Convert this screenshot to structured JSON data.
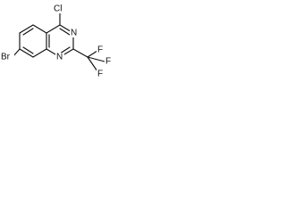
{
  "molecule": {
    "atoms": {
      "cl": "Cl",
      "n1": "N",
      "n3": "N",
      "br": "Br",
      "f_top": "F",
      "f_right": "F",
      "f_bottom": "F"
    }
  }
}
